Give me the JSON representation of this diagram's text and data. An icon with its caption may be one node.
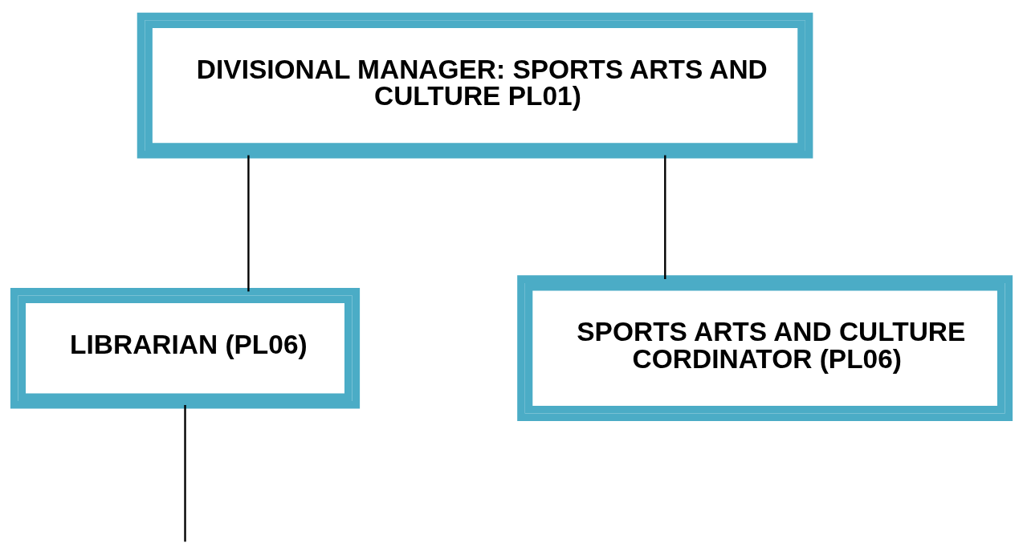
{
  "diagram": {
    "nodes": [
      {
        "text": [
          "DIVISIONAL MANAGER: SPORTS ARTS AND CULTURE PL01)"
        ]
      },
      {
        "text": [
          "LIBRARIAN (PL06)"
        ]
      },
      {
        "text": [
          "SPORTS ARTS AND CULTURE CORDINATOR (PL06)"
        ]
      }
    ],
    "edges": [
      {
        "from": 0,
        "to": 1,
        "arrow": "none"
      },
      {
        "from": 0,
        "to": 2,
        "arrow": "none"
      },
      {
        "from": 1,
        "to": null,
        "arrow": "none"
      }
    ]
  }
}
